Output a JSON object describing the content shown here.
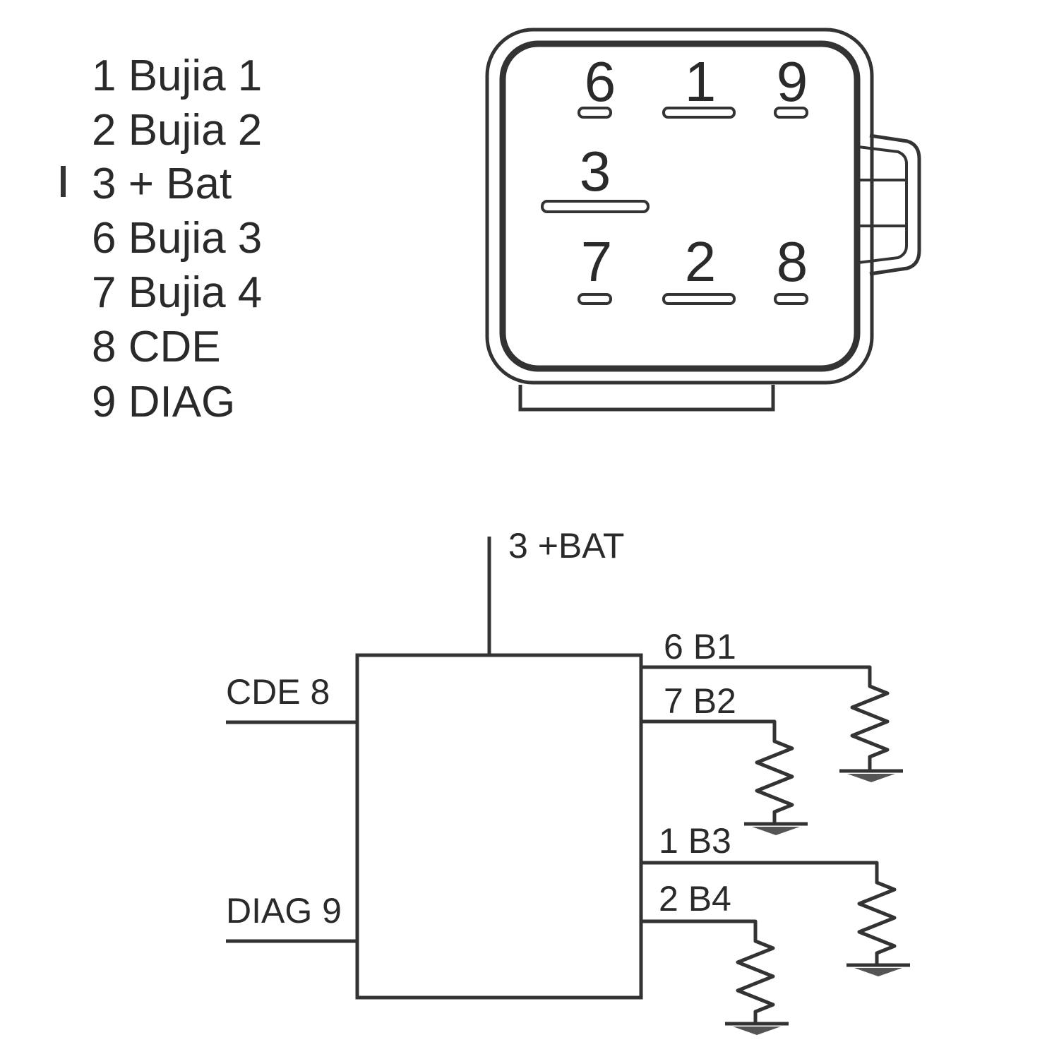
{
  "legend": [
    "1 Bujia 1",
    "2 Bujia 2",
    "3 + Bat",
    "6 Bujia 3",
    "7 Bujia 4",
    "8 CDE",
    "9 DIAG"
  ],
  "connector": {
    "pins": [
      "6",
      "1",
      "9",
      "3",
      "7",
      "2",
      "8"
    ]
  },
  "schematic": {
    "supply_label": "3 +BAT",
    "inputs": [
      "CDE 8",
      "DIAG 9"
    ],
    "outputs": [
      "6 B1",
      "7 B2",
      "1 B3",
      "2 B4"
    ]
  },
  "colors": {
    "line": "#333333",
    "text": "#2a2a2a",
    "background": "#ffffff"
  }
}
